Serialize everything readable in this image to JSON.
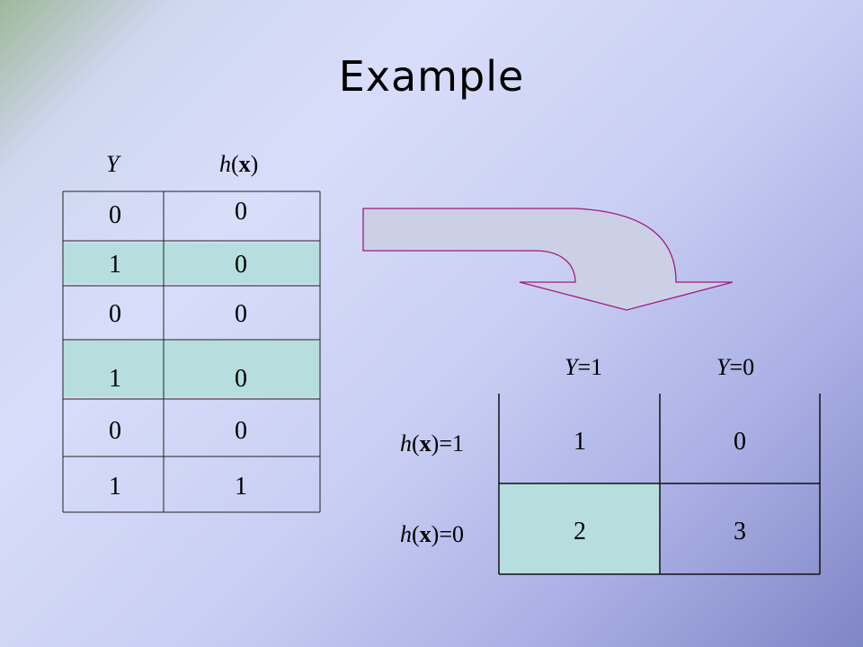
{
  "title": "Example",
  "left_table": {
    "headers": {
      "y": "Y",
      "h_prefix": "h",
      "h_bold": "x",
      "h_paren_open": "(",
      "h_paren_close": ")"
    },
    "rows": [
      {
        "y": "0",
        "h": "0",
        "highlight": false
      },
      {
        "y": "1",
        "h": "0",
        "highlight": true
      },
      {
        "y": "0",
        "h": "0",
        "highlight": false
      },
      {
        "y": "1",
        "h": "0",
        "highlight": true
      },
      {
        "y": "0",
        "h": "0",
        "highlight": false
      },
      {
        "y": "1",
        "h": "1",
        "highlight": false
      }
    ]
  },
  "confusion_matrix": {
    "col_headers": [
      {
        "var": "Y",
        "eq": "=1"
      },
      {
        "var": "Y",
        "eq": "=0"
      }
    ],
    "row_headers": [
      {
        "prefix": "h",
        "bold": "x",
        "suffix": "=1"
      },
      {
        "prefix": "h",
        "bold": "x",
        "suffix": "=0"
      }
    ],
    "cells": [
      [
        "1",
        "0"
      ],
      [
        "2",
        "3"
      ]
    ],
    "highlight_cell": [
      1,
      0
    ]
  },
  "colors": {
    "highlight": "#b6dede",
    "arrow_fill": "#ccd0e6",
    "arrow_stroke": "#a01a7d"
  }
}
